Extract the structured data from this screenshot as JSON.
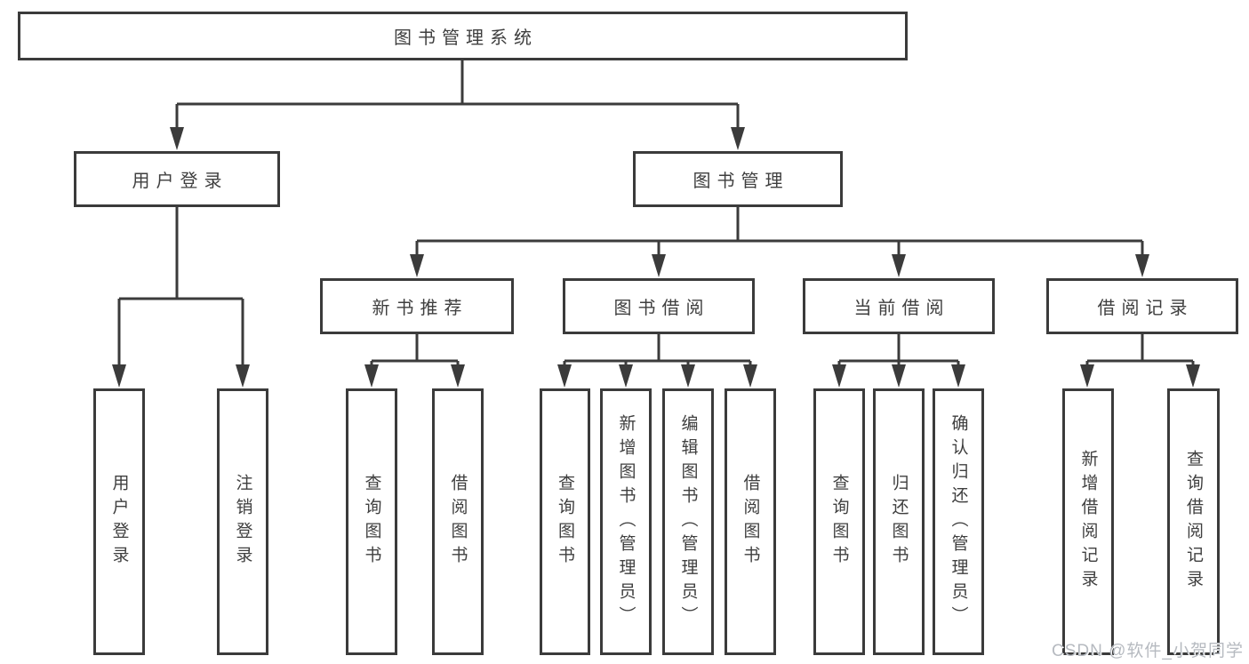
{
  "diagram": {
    "type": "hierarchy-tree",
    "title": "图书管理系统",
    "structure": {
      "图书管理系统": {
        "用户登录": [
          "用户登录",
          "注销登录"
        ],
        "图书管理": {
          "新书推荐": [
            "查询图书",
            "借阅图书"
          ],
          "图书借阅": [
            "查询图书",
            "新增图书（管理员）",
            "编辑图书（管理员）",
            "借阅图书"
          ],
          "当前借阅": [
            "查询图书",
            "归还图书",
            "确认归还（管理员）"
          ],
          "借阅记录": [
            "新增借阅记录",
            "查询借阅记录"
          ]
        }
      }
    }
  },
  "nodes": {
    "root": {
      "label": "图书管理系统"
    },
    "login": {
      "label": "用户登录"
    },
    "mgmt": {
      "label": "图书管理"
    },
    "rec": {
      "label": "新书推荐"
    },
    "borrow": {
      "label": "图书借阅"
    },
    "current": {
      "label": "当前借阅"
    },
    "records": {
      "label": "借阅记录"
    },
    "leaf_user_login": {
      "label": "用户登录"
    },
    "leaf_logout": {
      "label": "注销登录"
    },
    "leaf_rec_query": {
      "label": "查询图书"
    },
    "leaf_rec_borrow": {
      "label": "借阅图书"
    },
    "leaf_bor_query": {
      "label": "查询图书"
    },
    "leaf_bor_add": {
      "label": "新增图书（管理员）"
    },
    "leaf_bor_edit": {
      "label": "编辑图书（管理员）"
    },
    "leaf_bor_borrow": {
      "label": "借阅图书"
    },
    "leaf_cur_query": {
      "label": "查询图书"
    },
    "leaf_cur_return": {
      "label": "归还图书"
    },
    "leaf_cur_confirm": {
      "label": "确认归还（管理员）"
    },
    "leaf_recd_add": {
      "label": "新增借阅记录"
    },
    "leaf_recd_query": {
      "label": "查询借阅记录"
    }
  },
  "colors": {
    "background": "#ffffff",
    "line": "#3b3b3b",
    "box_border": "#3b3b3b",
    "text": "#3f3f3f",
    "watermark": "#b6bac0"
  },
  "watermark": {
    "text": "CSDN @软件_小贺同学"
  }
}
